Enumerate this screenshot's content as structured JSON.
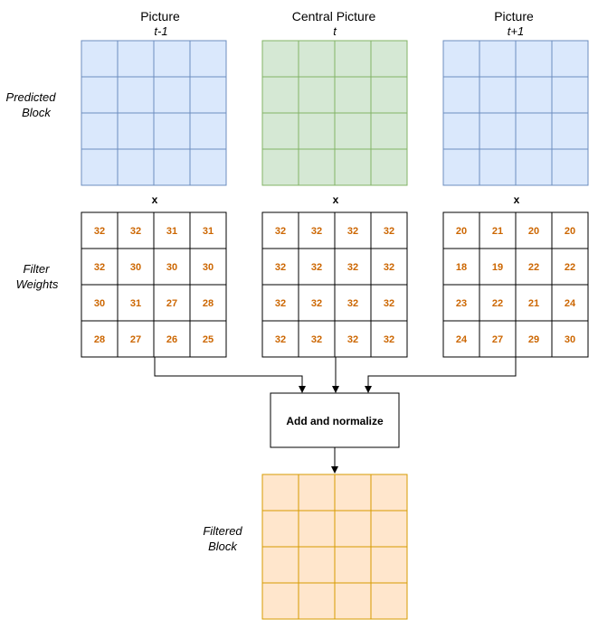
{
  "colors": {
    "prev_fill": "#dae8fc",
    "prev_stroke": "#6c8ebf",
    "central_fill": "#d5e8d4",
    "central_stroke": "#82b366",
    "next_fill": "#dae8fc",
    "next_stroke": "#6c8ebf",
    "weight_text": "#cc6600",
    "filtered_fill": "#ffe6cc",
    "filtered_stroke": "#d79b00",
    "line": "#000000"
  },
  "pictures": [
    {
      "title": "Picture",
      "subtitle": "t-1"
    },
    {
      "title": "Central Picture",
      "subtitle": "t"
    },
    {
      "title": "Picture",
      "subtitle": "t+1"
    }
  ],
  "row_labels": {
    "predicted_line1": "Predicted",
    "predicted_line2": "Block",
    "weights_line1": "Filter",
    "weights_line2": "Weights",
    "filtered_line1": "Filtered",
    "filtered_line2": "Block"
  },
  "multiply_symbol": "x",
  "weights": [
    [
      [
        32,
        32,
        31,
        31
      ],
      [
        32,
        30,
        30,
        30
      ],
      [
        30,
        31,
        27,
        28
      ],
      [
        28,
        27,
        26,
        25
      ]
    ],
    [
      [
        32,
        32,
        32,
        32
      ],
      [
        32,
        32,
        32,
        32
      ],
      [
        32,
        32,
        32,
        32
      ],
      [
        32,
        32,
        32,
        32
      ]
    ],
    [
      [
        20,
        21,
        20,
        20
      ],
      [
        18,
        19,
        22,
        22
      ],
      [
        23,
        22,
        21,
        24
      ],
      [
        24,
        27,
        29,
        30
      ]
    ]
  ],
  "combine_box_label": "Add and normalize"
}
